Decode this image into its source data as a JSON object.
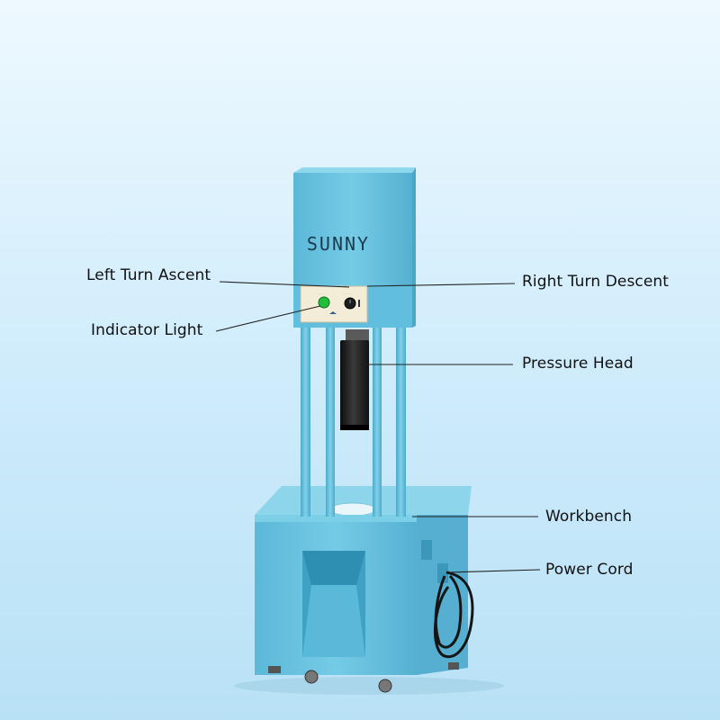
{
  "brand_text": "SUNNY",
  "labels": {
    "left_turn_ascent": "Left Turn Ascent",
    "indicator_light": "Indicator Light",
    "right_turn_descent": "Right Turn Descent",
    "pressure_head": "Pressure Head",
    "workbench": "Workbench",
    "power_cord": "Power Cord"
  },
  "colors": {
    "machine_body": "#6cc6e3",
    "machine_shadow": "#4aa9c8",
    "control_panel": "#f3ecd6",
    "indicator_light": "#1fbf3a",
    "pressure_head": "#1c1c1c",
    "leader_line": "#222222"
  }
}
